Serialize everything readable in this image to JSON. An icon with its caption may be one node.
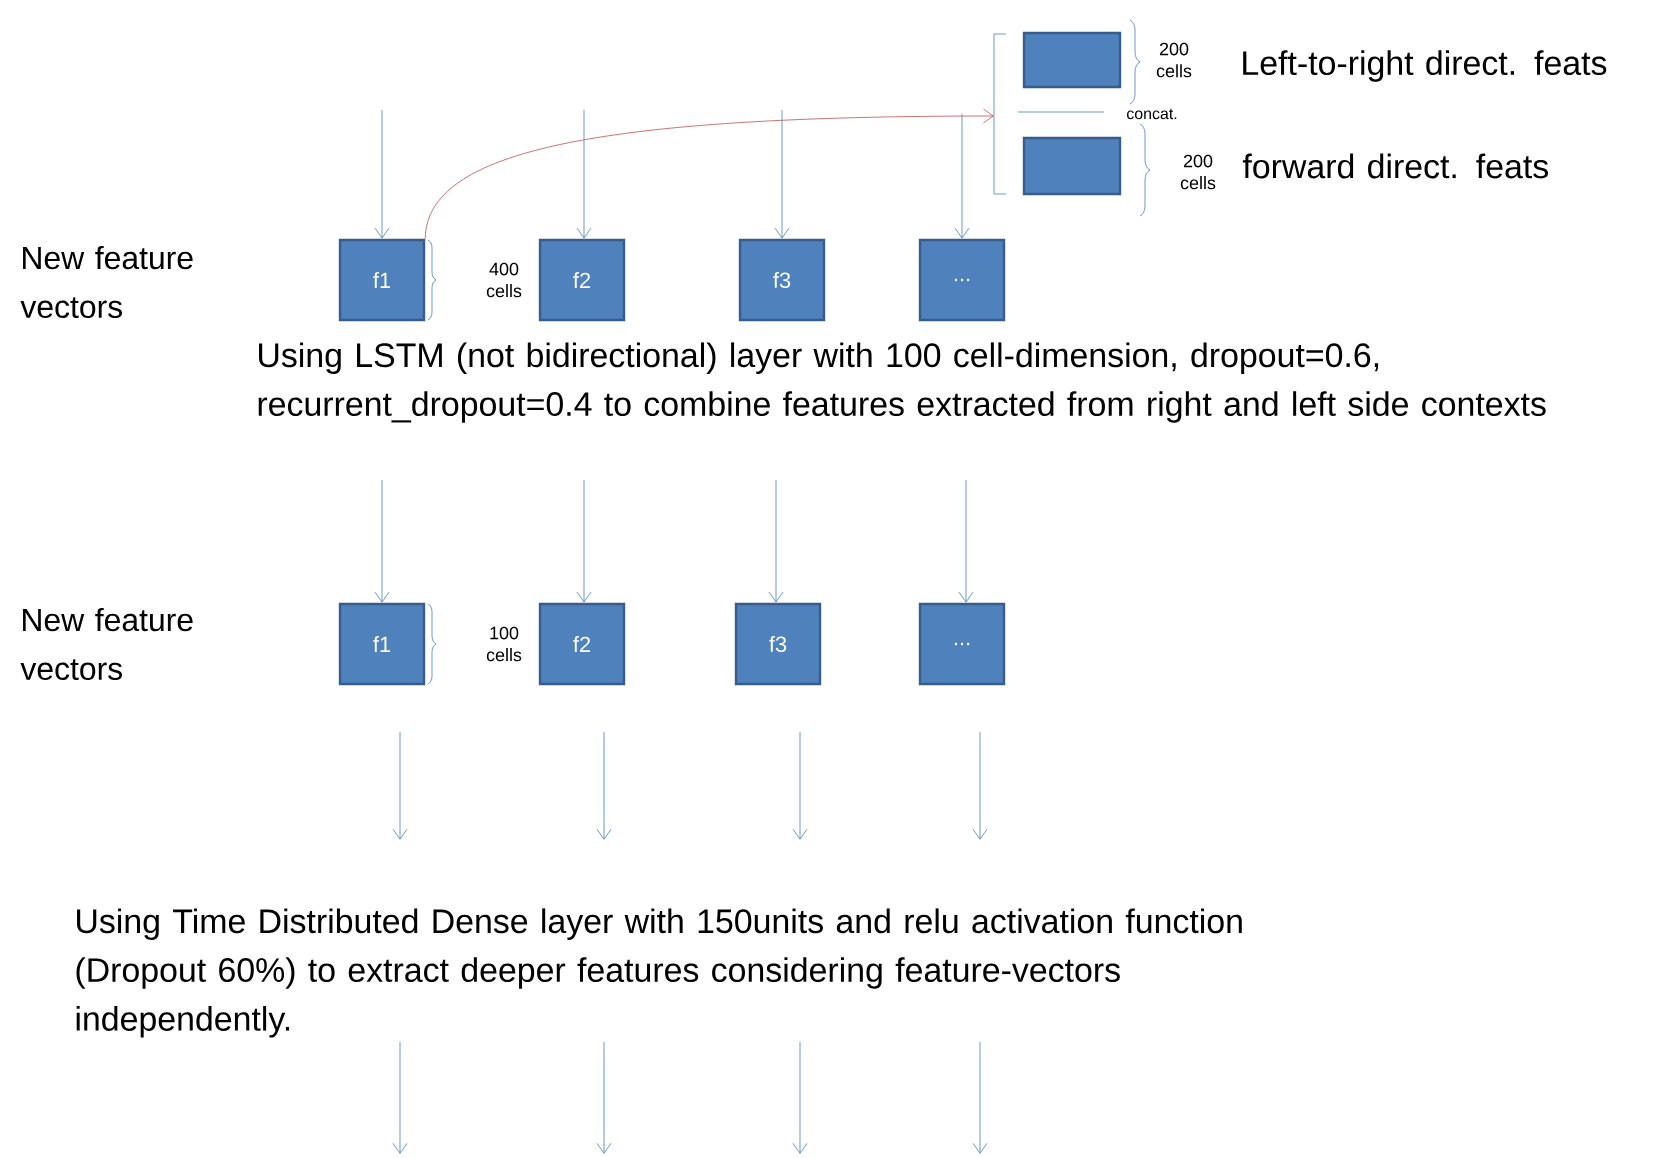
{
  "diagram": {
    "nodes": [
      {
        "text": [],
        "shape": "box",
        "beside": [
          "200 cells",
          "Left-to-right direct. feats"
        ]
      },
      {
        "text": [],
        "shape": "box",
        "beside": [
          "200 cells",
          "forward direct. feats"
        ]
      },
      {
        "text": [
          "f1"
        ]
      },
      {
        "text": [
          "f2"
        ]
      },
      {
        "text": [
          "f3"
        ]
      },
      {
        "text": [
          "..."
        ]
      },
      {
        "text": [
          "f1"
        ]
      },
      {
        "text": [
          "f2"
        ]
      },
      {
        "text": [
          "f3"
        ]
      },
      {
        "text": [
          "..."
        ]
      }
    ],
    "edges": [
      {
        "from": 2,
        "to": null,
        "arrow": "to",
        "color": "#c0504d"
      },
      {
        "from": null,
        "to": 2,
        "arrow": "to"
      },
      {
        "from": null,
        "to": 3,
        "arrow": "to"
      },
      {
        "from": null,
        "to": 4,
        "arrow": "to"
      },
      {
        "from": null,
        "to": 5,
        "arrow": "to"
      },
      {
        "from": null,
        "to": 6,
        "arrow": "to"
      },
      {
        "from": null,
        "to": 7,
        "arrow": "to"
      },
      {
        "from": null,
        "to": 8,
        "arrow": "to"
      },
      {
        "from": null,
        "to": 9,
        "arrow": "to"
      }
    ],
    "labels": [
      "concat.",
      "New feature vectors",
      "400 cells",
      "Using LSTM (not bidirectional) layer with 100 cell-dimension, dropout=0.6, recurrent_dropout=0.4 to combine features extracted from right and left side contexts",
      "New feature vectors",
      "100 cells",
      "Using Time Distributed Dense layer with 150units and relu activation function (Dropout 60%) to extract deeper features considering feature-vectors independently."
    ]
  }
}
